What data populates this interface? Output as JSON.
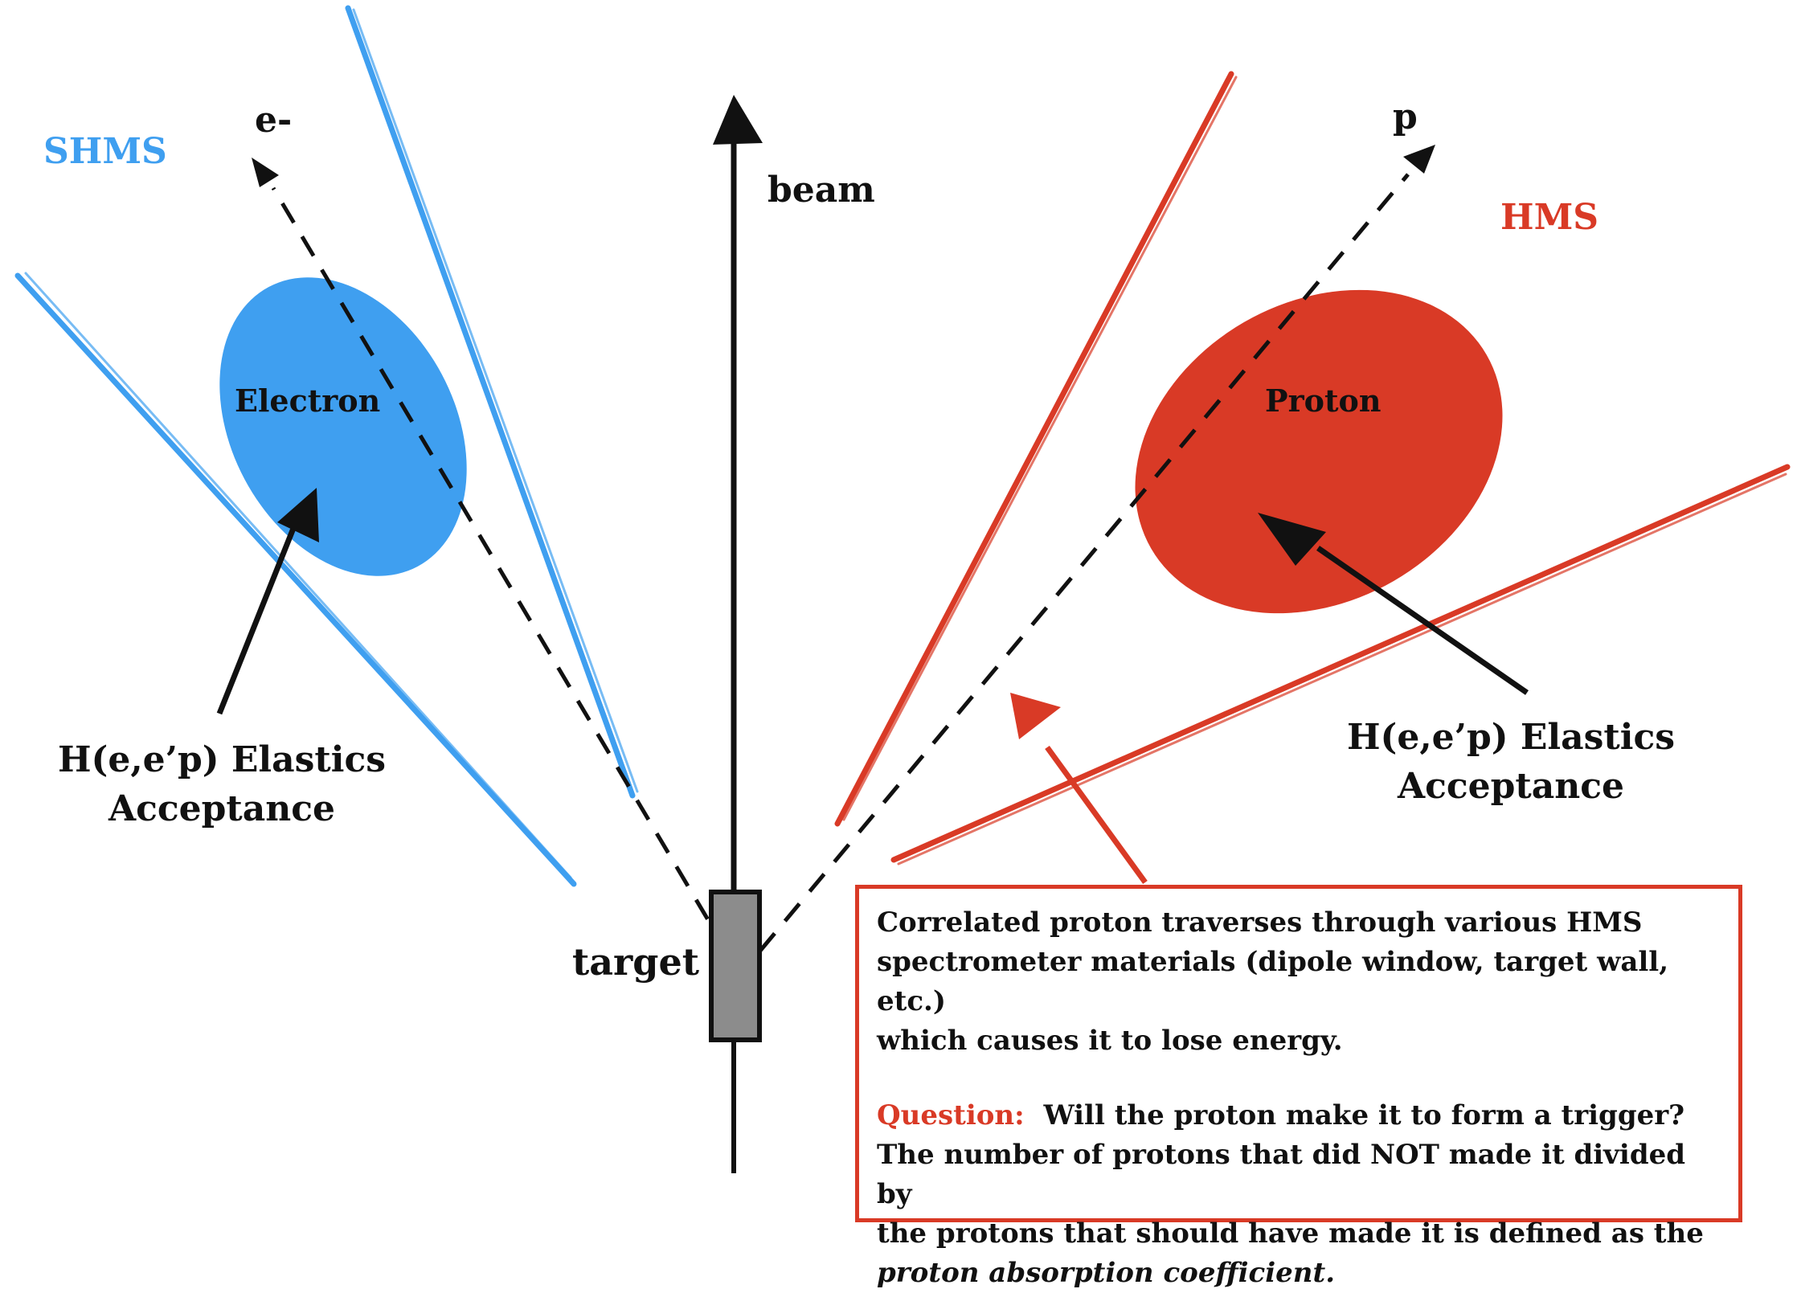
{
  "labels": {
    "shms": "SHMS",
    "hms": "HMS",
    "electron_dir": "e-",
    "proton_dir": "p",
    "beam": "beam",
    "target": "target",
    "electron": "Electron",
    "proton": "Proton",
    "left_acceptance_line1": "H(e,e’p) Elastics",
    "left_acceptance_line2": "Acceptance",
    "right_acceptance_line1": "H(e,e’p) Elastics",
    "right_acceptance_line2": "Acceptance"
  },
  "box": {
    "line1": "Correlated proton traverses through various HMS",
    "line2": "spectrometer materials (dipole window, target wall, etc.)",
    "line3": "which causes it to lose energy.",
    "question_label": "Question:",
    "question_text": "Will the proton make it to form a trigger?",
    "line5": "The number of protons that did NOT made it divided by",
    "line6": "the protons that should have made it is defined as the",
    "line7": "proton absorption coefficient."
  },
  "colors": {
    "shms_blue": "#3f9ff0",
    "hms_red": "#d93a26",
    "target_gray": "#8c8c8c",
    "ink": "#111111"
  }
}
